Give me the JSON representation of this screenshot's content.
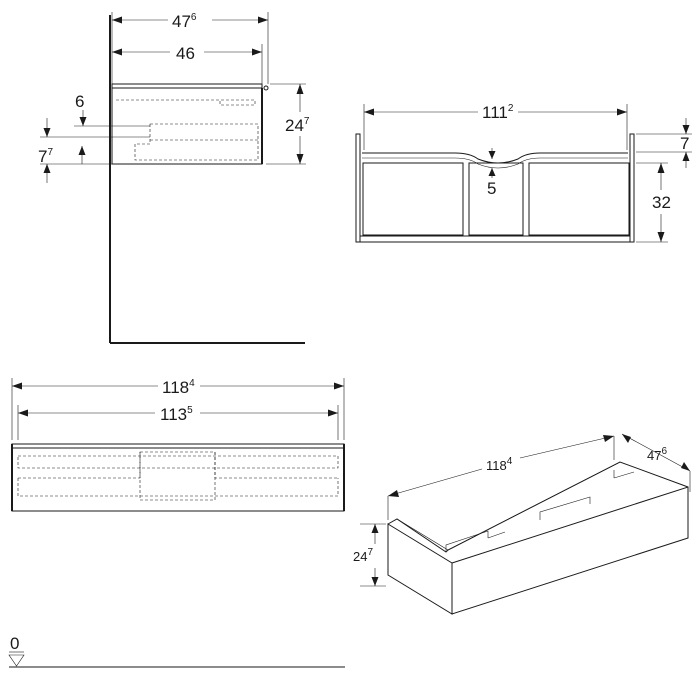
{
  "side_view": {
    "depth_total": {
      "main": "47",
      "sup": "6"
    },
    "depth_inner": "46",
    "top_offset": "6",
    "drawer_gap": {
      "main": "7",
      "sup": "7"
    },
    "height": {
      "main": "24",
      "sup": "7"
    }
  },
  "section_view": {
    "inner_width": {
      "main": "111",
      "sup": "2"
    },
    "top_dim": "7",
    "notch_dim": "5",
    "height_dim": "32"
  },
  "front_view": {
    "total_width": {
      "main": "118",
      "sup": "4"
    },
    "inner_width": {
      "main": "113",
      "sup": "5"
    }
  },
  "iso_view": {
    "width": {
      "main": "118",
      "sup": "4"
    },
    "depth": {
      "main": "47",
      "sup": "6"
    },
    "height": {
      "main": "24",
      "sup": "7"
    }
  },
  "floor": {
    "level": "0"
  }
}
